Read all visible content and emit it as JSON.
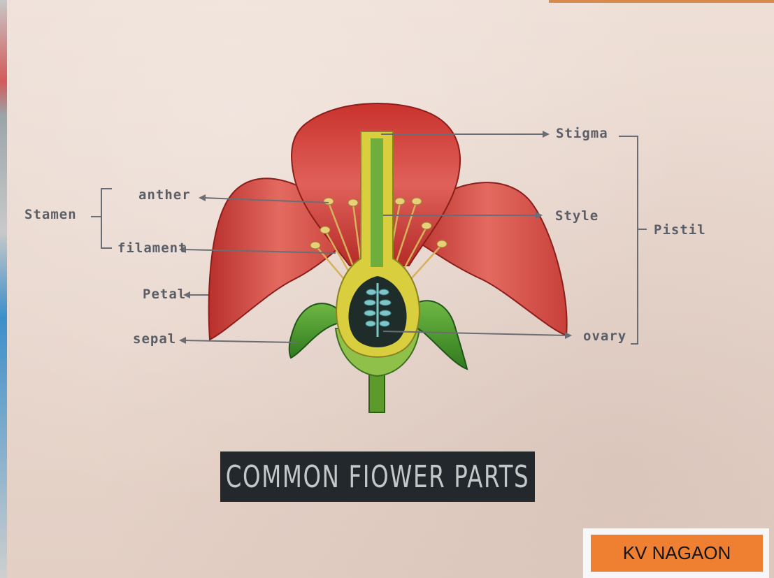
{
  "labels": {
    "stamen": "Stamen",
    "anther": "anther",
    "filament": "filament",
    "petal": "Petal",
    "sepal": "sepal",
    "stigma": "Stigma",
    "style": "Style",
    "pistil": "Pistil",
    "ovary": "ovary"
  },
  "title": "COMMON FIOWER PARTS",
  "badge": "KV NAGAON",
  "colors": {
    "wall": "#ecdbd1",
    "petal": "#d8463f",
    "petal_dark": "#a8231f",
    "sepal": "#4f9a2e",
    "style": "#e2d64a",
    "ovary_cavity": "#1f2d2a",
    "ovules": "#7fc6c9",
    "label_text": "#5b5e66",
    "title_plate": "#23282c",
    "badge": "#ef7f31"
  }
}
